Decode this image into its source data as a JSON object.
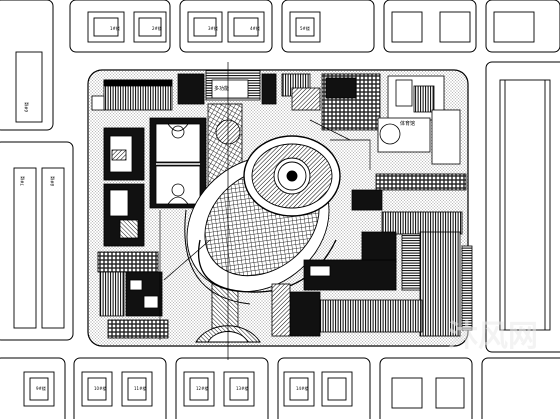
{
  "plan": {
    "building_labels": [
      "多功能",
      "体育馆"
    ],
    "top_block_numbers": [
      "1#楼",
      "2#楼",
      "3#楼",
      "4#楼",
      "5#楼"
    ],
    "left_block_numbers": [
      "6#楼",
      "7#楼",
      "8#楼"
    ],
    "bottom_block_numbers": [
      "9#楼",
      "10#楼",
      "11#楼",
      "12#楼",
      "13#楼",
      "14#楼"
    ]
  },
  "watermark": {
    "text": "沐风网",
    "color": "#dddddd"
  },
  "colors": {
    "line": "#000000",
    "paper": "#ffffff",
    "dot": "#8a8a8a"
  }
}
